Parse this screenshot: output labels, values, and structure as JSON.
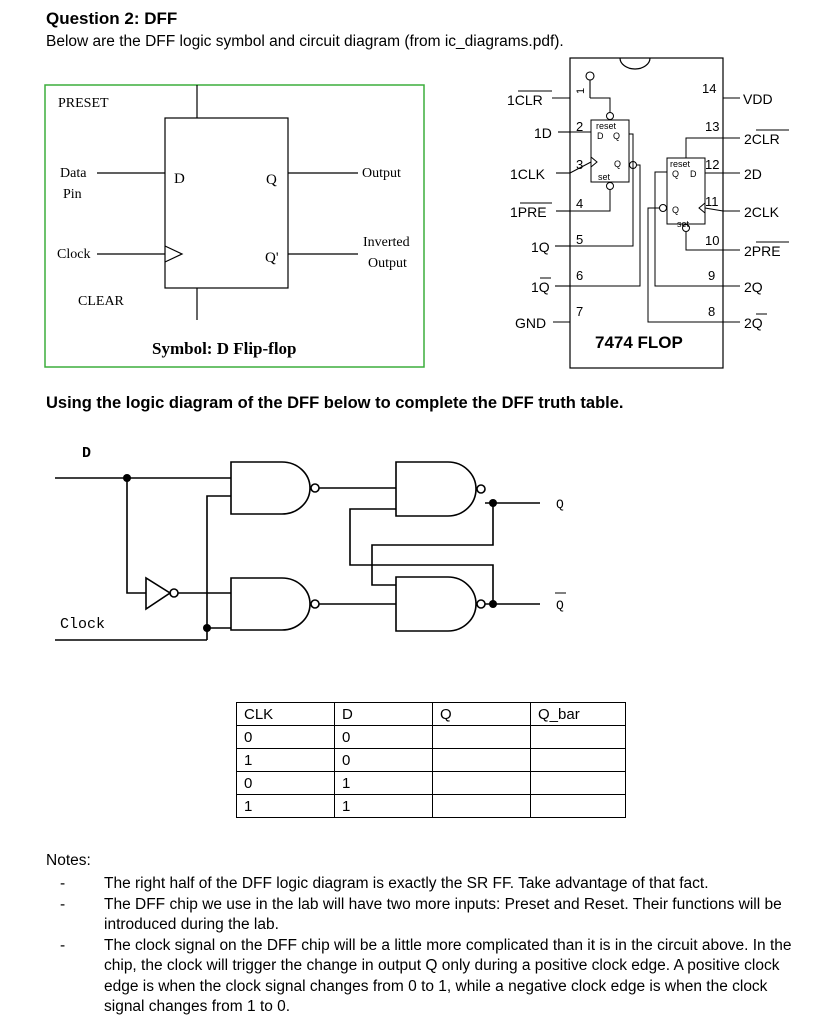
{
  "header": {
    "title": "Question 2: DFF",
    "subtitle": "Below are the DFF logic symbol and circuit diagram (from ic_diagrams.pdf)."
  },
  "symbol": {
    "preset": "PRESET",
    "data": "Data",
    "pin": "Pin",
    "clock": "Clock",
    "clear": "CLEAR",
    "d": "D",
    "q": "Q",
    "qprime": "Q'",
    "output": "Output",
    "inverted": "Inverted",
    "inverted_output": "Output",
    "caption": "Symbol: D Flip-flop"
  },
  "chip": {
    "name": "7474 FLOP",
    "pin_top": "1",
    "left_labels": [
      "1CLR",
      "1D",
      "1CLK",
      "1PRE",
      "1Q",
      "1Q",
      "GND"
    ],
    "left_pins": [
      "2",
      "3",
      "4",
      "5",
      "6",
      "7"
    ],
    "right_labels": [
      "VDD",
      "2CLR",
      "2D",
      "2CLK",
      "2PRE",
      "2Q",
      "2Q"
    ],
    "right_pins": [
      "14",
      "13",
      "12",
      "11",
      "10",
      "9",
      "8"
    ],
    "reset": "reset",
    "set": "set",
    "d": "D",
    "q": "Q"
  },
  "section": {
    "title": "Using the logic diagram of the DFF below to complete the DFF truth table."
  },
  "logic": {
    "d": "D",
    "clock": "Clock",
    "q": "Q",
    "qbar": "Q"
  },
  "truth_table": {
    "headers": [
      "CLK",
      "D",
      "Q",
      "Q_bar"
    ],
    "rows": [
      [
        "0",
        "0",
        "",
        ""
      ],
      [
        "1",
        "0",
        "",
        ""
      ],
      [
        "0",
        "1",
        "",
        ""
      ],
      [
        "1",
        "1",
        "",
        ""
      ]
    ]
  },
  "notes": {
    "label": "Notes:",
    "dash": "-",
    "items": [
      "The right half of the DFF logic diagram is exactly the SR FF. Take advantage of that fact.",
      "The DFF chip we use in the lab will have two more inputs: Preset and Reset. Their functions will be introduced during the lab.",
      "The clock signal on the DFF chip will be a little more complicated than it is in the circuit above. In the chip, the clock will trigger the change in output Q only during a positive clock edge. A positive clock edge is when the clock signal changes from 0 to 1, while a negative clock edge is when the clock signal changes from 1 to 0."
    ]
  }
}
